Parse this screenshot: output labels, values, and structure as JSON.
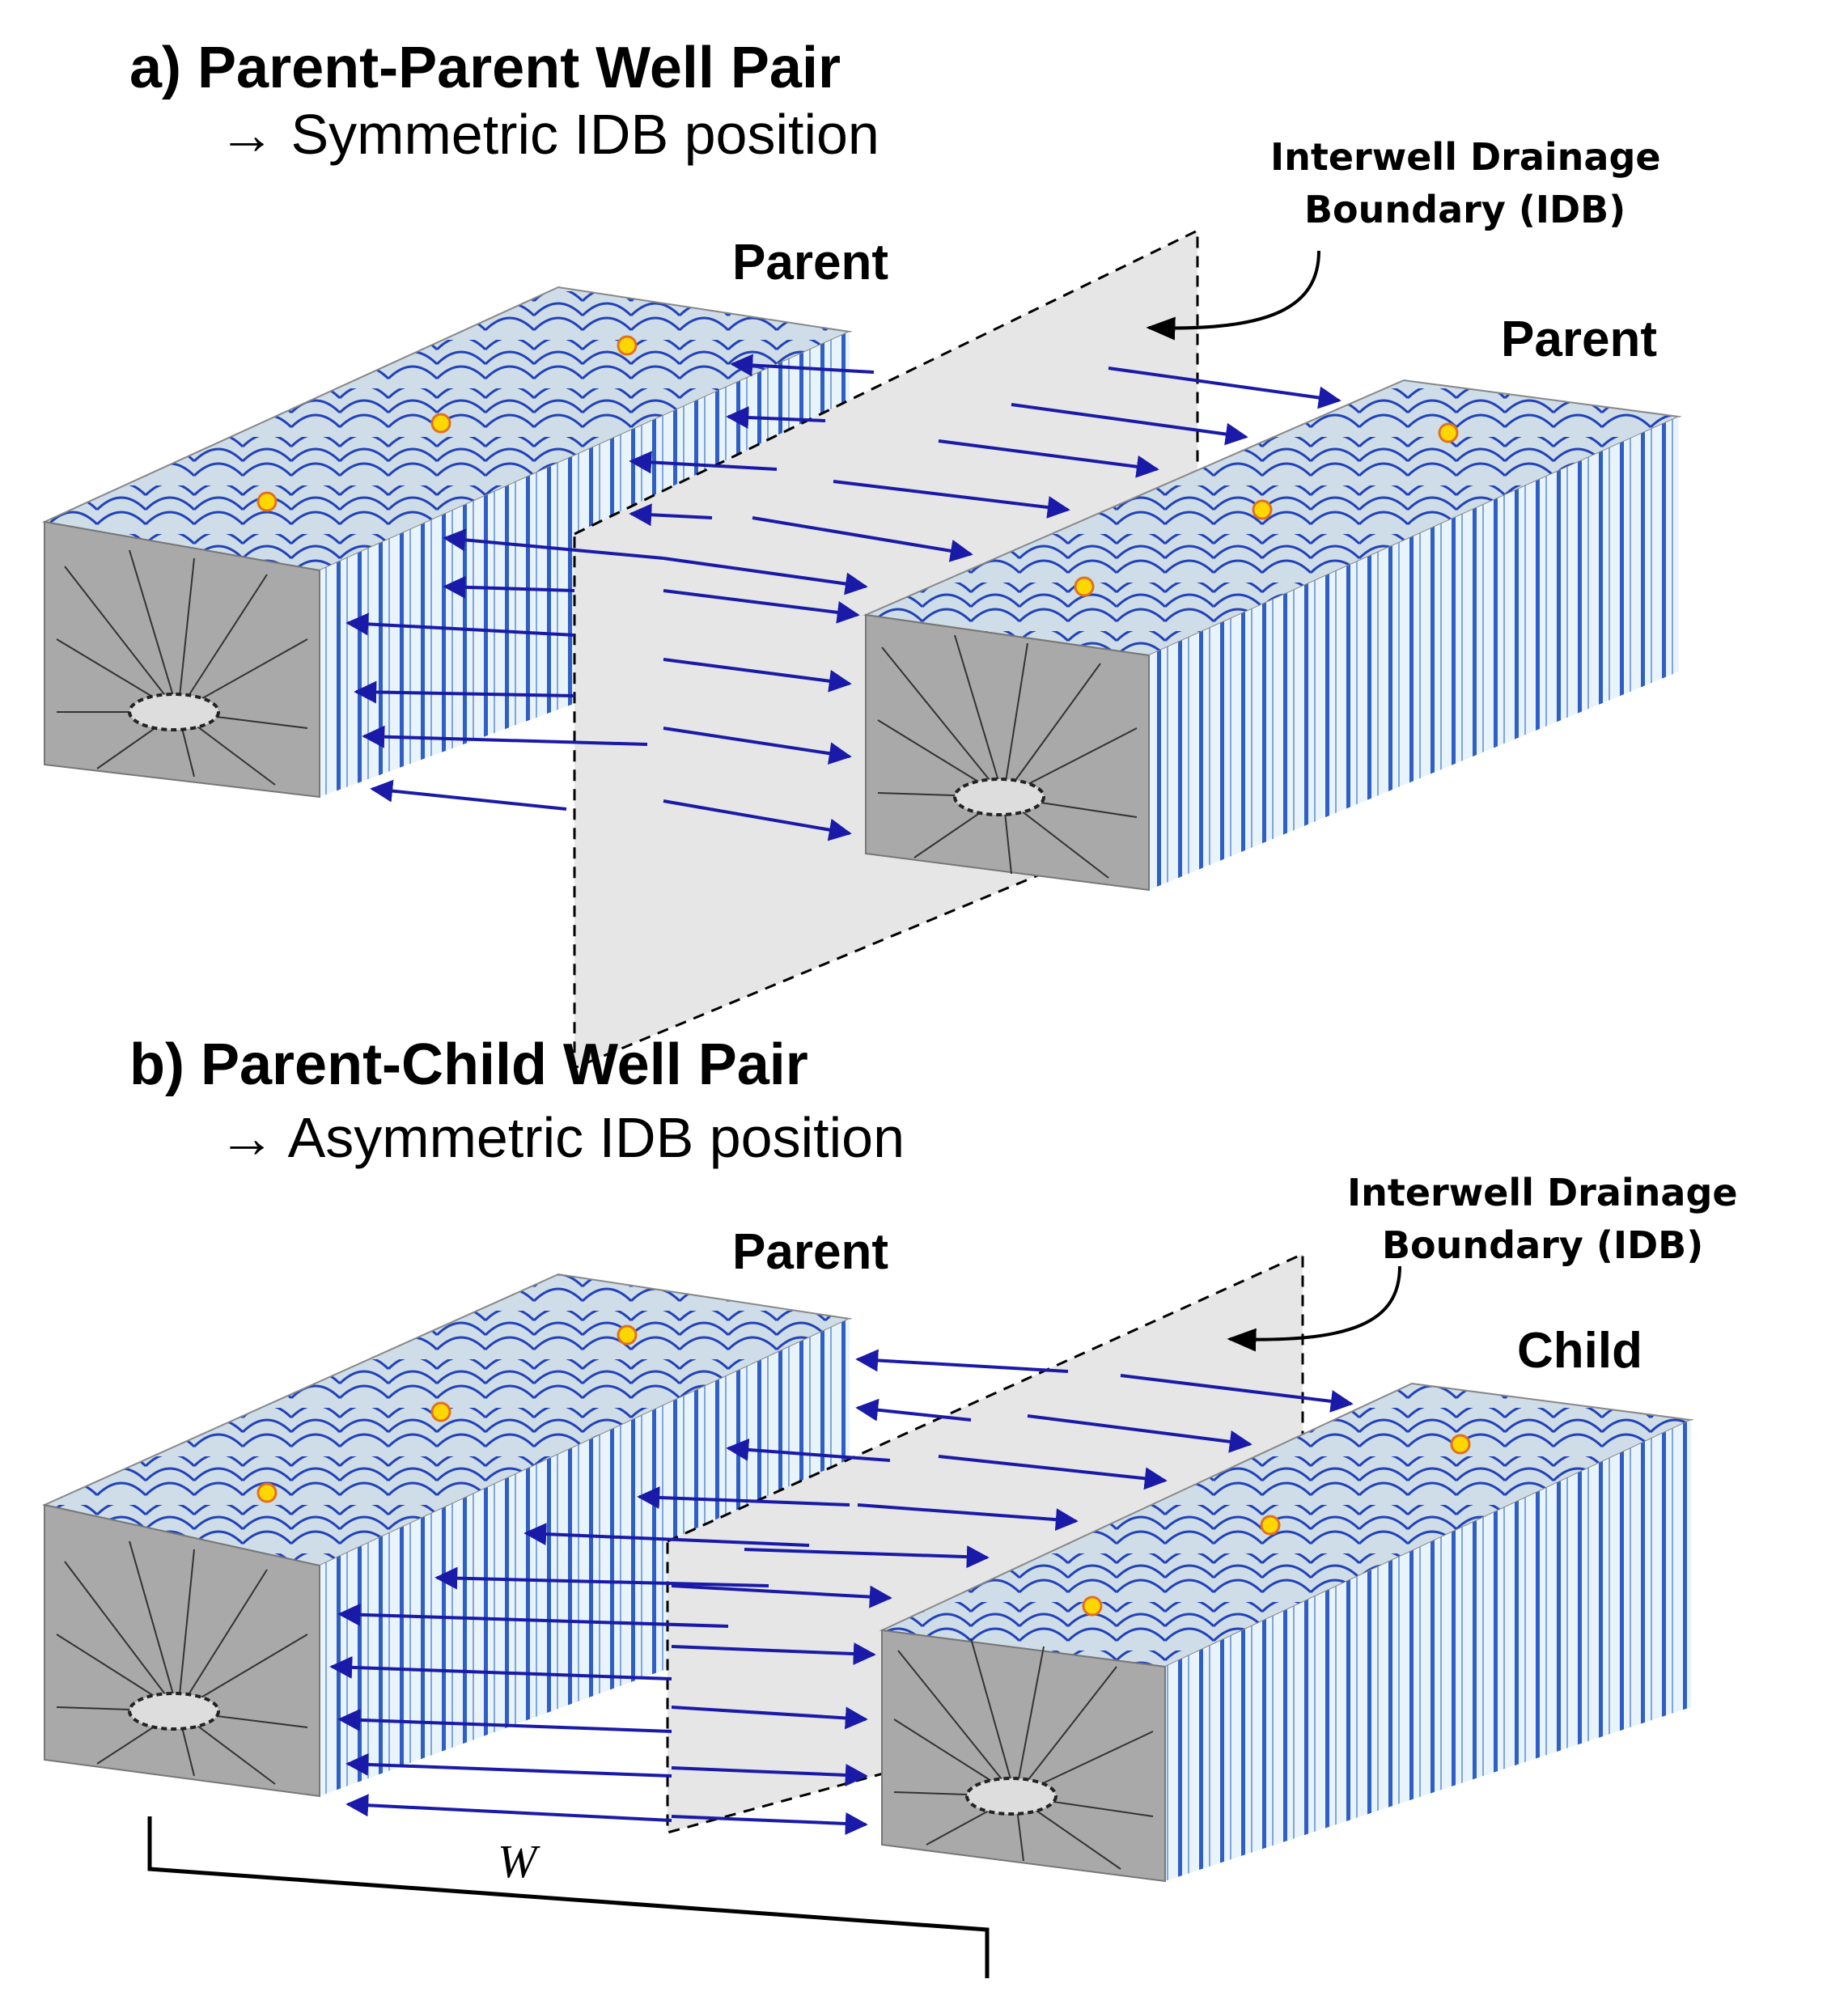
{
  "panel_a": {
    "title": "a) Parent-Parent Well Pair",
    "subtitle": "→ Symmetric IDB position",
    "idb_label_line1": "Interwell Drainage",
    "idb_label_line2": "Boundary (IDB)",
    "left_well": "Parent",
    "right_well": "Parent"
  },
  "panel_b": {
    "title": "b) Parent-Child Well Pair",
    "subtitle": "→ Asymmetric IDB position",
    "idb_label_line1": "Interwell Drainage",
    "idb_label_line2": "Boundary (IDB)",
    "left_well": "Parent",
    "right_well": "Child",
    "width_label": "W"
  },
  "colors": {
    "block_front": "#a9a9a9",
    "block_top": "#c9d8e2",
    "fracture_face": "#e6f1f8",
    "fracture_line": "#2f5fc4",
    "pressure_contour": "#2142b8",
    "flow_arrow": "#1a1aa8",
    "idb_plane": "#e6e6e6",
    "fracture_tip": "#ffd700"
  }
}
